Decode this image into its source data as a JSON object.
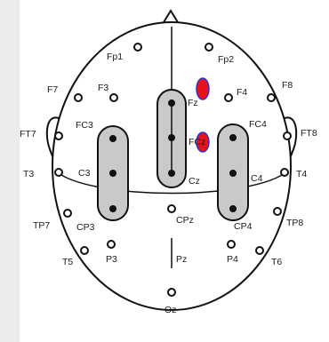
{
  "figure": {
    "labels": {
      "fp1": "Fp1",
      "fp2": "Fp2",
      "f7": "F7",
      "f3": "F3",
      "fz": "Fz",
      "f4": "F4",
      "f8": "F8",
      "ft7": "FT7",
      "fc3": "FC3",
      "fcz": "FCz",
      "fc4": "FC4",
      "ft8": "FT8",
      "t3": "T3",
      "c3": "C3",
      "cz": "Cz",
      "c4": "C4",
      "t4": "T4",
      "tp7": "TP7",
      "cp3": "CP3",
      "cpz": "CPz",
      "cp4": "CP4",
      "tp8": "TP8",
      "t5": "T5",
      "p3": "P3",
      "pz": "Pz",
      "p4": "P4",
      "t6": "T6",
      "oz": "Oz"
    },
    "colors": {
      "outline": "#111111",
      "electrode_fill": "#ffffff",
      "cluster_fill": "#c9c9c9",
      "highlight_fill": "#e8121f",
      "highlight_stroke": "#2a35c8",
      "side_strip": "#ececec"
    }
  }
}
